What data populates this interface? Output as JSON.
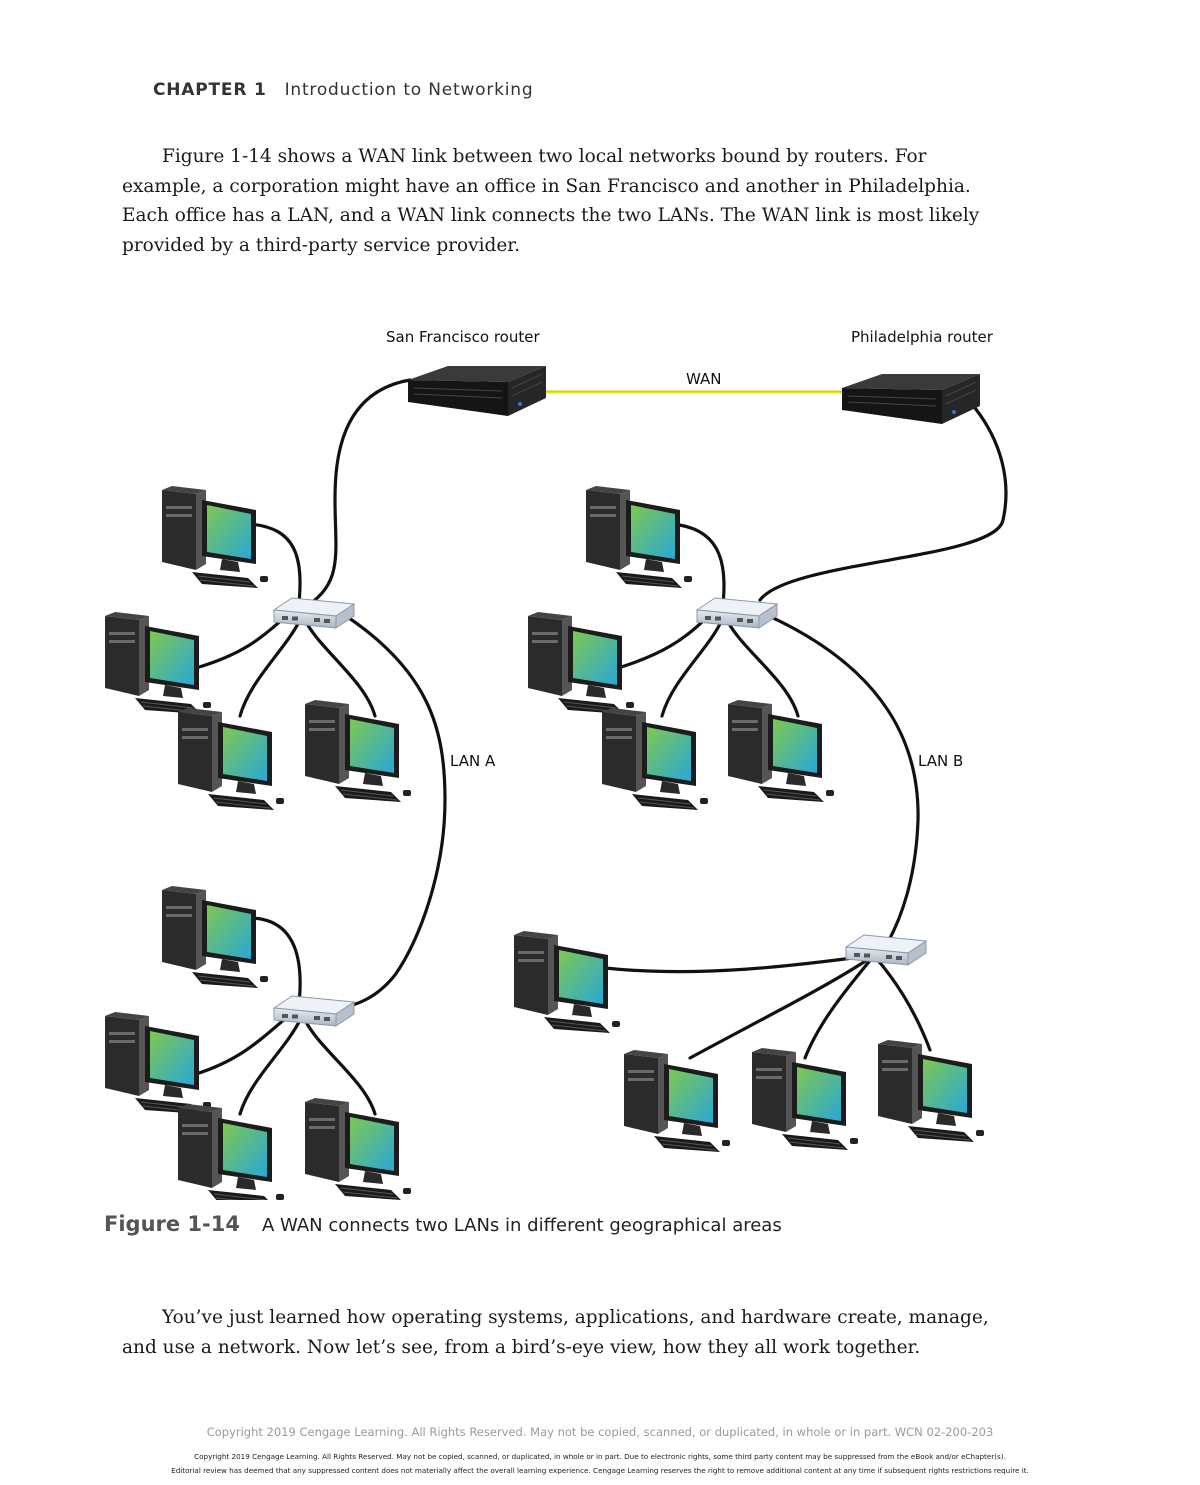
{
  "header": {
    "chapter": "CHAPTER 1",
    "title": "Introduction to Networking"
  },
  "paragraphs": {
    "intro": "Figure 1-14 shows a WAN link between two local networks bound by routers. For example, a corporation might have an office in San Francisco and another in Philadelphia. Each office has a LAN, and a WAN link connects the two LANs. The WAN link is most likely provided by a third-party service provider.",
    "closing": "You’ve just learned how operating systems, applications, and hardware create, manage, and use a network. Now let’s see, from a bird’s-eye view, how they all work together."
  },
  "figure": {
    "labels": {
      "sf_router": "San Francisco router",
      "phl_router": "Philadelphia router",
      "wan": "WAN",
      "lan_a": "LAN A",
      "lan_b": "LAN B"
    },
    "colors": {
      "wan_link": "#e6e600",
      "cable": "#111111",
      "screen_top": "#7ec850",
      "screen_bottom": "#2aa7d6",
      "switch": "#c9d3df"
    },
    "icons": [
      "router-icon",
      "switch-icon",
      "computer-icon"
    ]
  },
  "caption": {
    "number": "Figure 1-14",
    "text": "A WAN connects two LANs in different geographical areas"
  },
  "footer": {
    "copyright": "Copyright 2019 Cengage Learning. All Rights Reserved. May not be copied, scanned, or duplicated, in whole or in part.  WCN 02-200-203",
    "notice_line1": "Copyright 2019 Cengage Learning. All Rights Reserved. May not be copied, scanned, or duplicated, in whole or in part. Due to electronic rights, some third party content may be suppressed from the eBook and/or eChapter(s).",
    "notice_line2": "Editorial review has deemed that any suppressed content does not materially affect the overall learning experience. Cengage Learning reserves the right to remove additional content at any time if subsequent rights restrictions require it."
  }
}
